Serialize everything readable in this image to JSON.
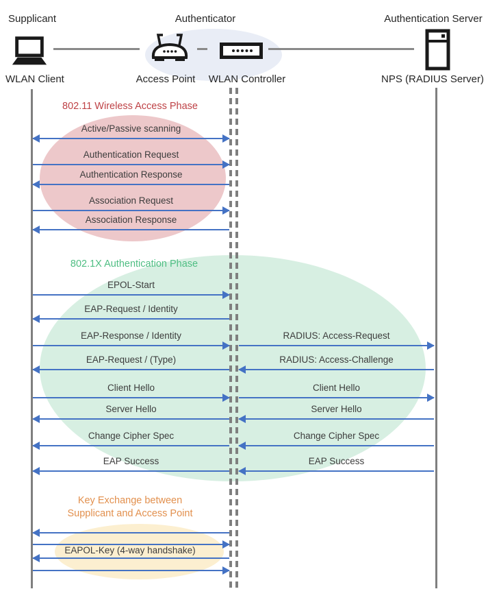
{
  "header": {
    "supplicant": "Supplicant",
    "authenticator": "Authenticator",
    "auth_server": "Authentication Server",
    "wlan_client": "WLAN Client",
    "access_point": "Access Point",
    "wlan_controller": "WLAN Controller",
    "nps": "NPS (RADIUS Server)"
  },
  "phase1": {
    "title": "802.11 Wireless Access Phase",
    "title_color": "#be4145",
    "ellipse_color": "#edc8ca",
    "messages": [
      {
        "label": "Active/Passive scanning",
        "direction": "both"
      },
      {
        "label": "Authentication Request",
        "direction": "right"
      },
      {
        "label": "Authentication Response",
        "direction": "left"
      },
      {
        "label": "Association Request",
        "direction": "right"
      },
      {
        "label": "Association Response",
        "direction": "left"
      }
    ]
  },
  "phase2": {
    "title": "802.1X Authentication Phase",
    "title_color": "#4fbe83",
    "ellipse_color": "#d7efe2",
    "left": [
      {
        "label": "EPOL-Start",
        "direction": "right"
      },
      {
        "label": "EAP-Request / Identity",
        "direction": "left"
      },
      {
        "label": "EAP-Response / Identity",
        "direction": "right"
      },
      {
        "label": "EAP-Request / (Type)",
        "direction": "left"
      },
      {
        "label": "Client Hello",
        "direction": "right"
      },
      {
        "label": "Server Hello",
        "direction": "left"
      },
      {
        "label": "Change Cipher Spec",
        "direction": "left"
      },
      {
        "label": "EAP Success",
        "direction": "left"
      }
    ],
    "right": [
      {
        "label": "RADIUS: Access-Request",
        "direction": "right"
      },
      {
        "label": "RADIUS: Access-Challenge",
        "direction": "left"
      },
      {
        "label": "Client Hello",
        "direction": "right"
      },
      {
        "label": "Server Hello",
        "direction": "left"
      },
      {
        "label": "Change Cipher Spec",
        "direction": "left"
      },
      {
        "label": "EAP Success",
        "direction": "left"
      }
    ]
  },
  "phase3": {
    "title_line1": "Key Exchange between",
    "title_line2": "Supplicant and Access Point",
    "title_color": "#e2904e",
    "ellipse_color": "#fcefd0",
    "handshake": "EAPOL-Key (4-way handshake)",
    "arrow_directions": [
      "left",
      "right",
      "left",
      "right"
    ]
  },
  "colors": {
    "arrow_blue": "#4472c4",
    "lifeline_gray": "#7f7f7f",
    "authenticator_ellipse": "#e9edf6",
    "message_text": "#3c3c3c"
  }
}
